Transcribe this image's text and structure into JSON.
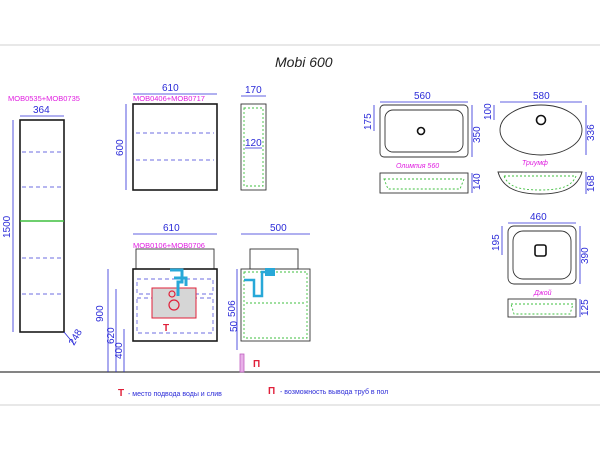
{
  "title": "Mobi 600",
  "pencil_case": {
    "code": "MOB0535+MOB0735",
    "width": "364",
    "height": "1500",
    "depth": "248"
  },
  "mirror_cabinet": {
    "code": "MOB0406+MOB0717",
    "width": "610",
    "height": "600",
    "depth_top": "170",
    "depth_side": "120"
  },
  "vanity_front": {
    "code": "MOB0106+MOB0706",
    "width": "610",
    "height_total": "900",
    "height_620": "620",
    "height_400": "400",
    "water_mark": "Т"
  },
  "vanity_side": {
    "depth": "500",
    "height": "506",
    "offset": "50",
    "floor_mark": "П"
  },
  "basins": [
    {
      "name": "Олимпия 560",
      "width": "560",
      "depth": "350",
      "left_dim": "175",
      "height": "140"
    },
    {
      "name": "Триумф",
      "width": "580",
      "depth": "336",
      "left_dim": "100",
      "height": "168"
    },
    {
      "name": "Джой",
      "width": "460",
      "depth": "390",
      "left_dim": "195",
      "height": "125"
    }
  ],
  "legend": {
    "t_symbol": "Т",
    "t_text": "- место подвода воды и слив",
    "p_symbol": "П",
    "p_text": "- возможность вывода труб в пол"
  },
  "colors": {
    "dimension": "#2b2bd8",
    "code_label": "#e01ee0",
    "fitting": "#3fbf3f",
    "marker": "#e0203a"
  }
}
